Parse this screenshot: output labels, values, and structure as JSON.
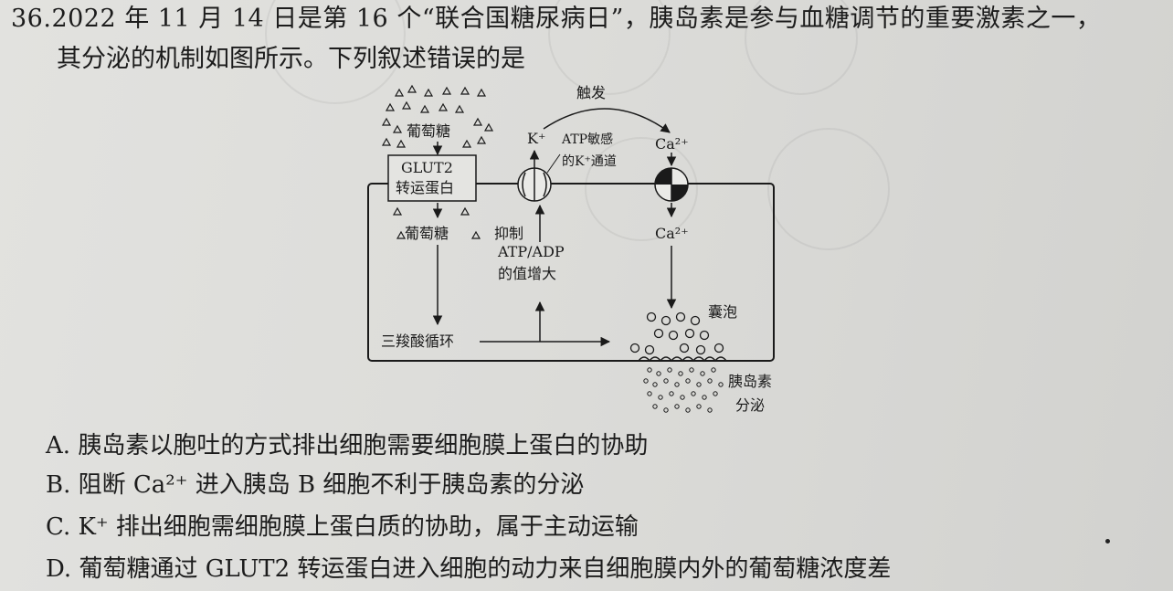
{
  "question": {
    "number": "36.",
    "stem_line1": "2022 年 11 月 14 日是第 16 个“联合国糖尿病日”，胰岛素是参与血糖调节的重要激素之一，",
    "stem_line2": "其分泌的机制如图所示。下列叙述错误的是"
  },
  "diagram": {
    "glucose_outside": "葡萄糖",
    "glut2_line1": "GLUT2",
    "glut2_line2": "转运蛋白",
    "glucose_inside": "葡萄糖",
    "tca": "三羧酸循环",
    "ratio_line1": "ATP/ADP",
    "ratio_line2": "的值增大",
    "inhibit": "抑制",
    "k_ion": "K⁺",
    "k_channel_line1": "ATP敏感",
    "k_channel_line2": "的K⁺通道",
    "trigger": "触发",
    "ca_out": "Ca²⁺",
    "ca_in": "Ca²⁺",
    "vesicle": "囊泡",
    "insulin_line1": "胰岛素",
    "insulin_line2": "分泌"
  },
  "options": [
    {
      "label": "A.",
      "text": "胰岛素以胞吐的方式排出细胞需要细胞膜上蛋白的协助"
    },
    {
      "label": "B.",
      "text": "阻断 Ca²⁺ 进入胰岛 B 细胞不利于胰岛素的分泌"
    },
    {
      "label": "C.",
      "text": "K⁺ 排出细胞需细胞膜上蛋白质的协助，属于主动运输"
    },
    {
      "label": "D.",
      "text": "葡萄糖通过 GLUT2 转运蛋白进入细胞的动力来自细胞膜内外的葡萄糖浓度差"
    }
  ]
}
